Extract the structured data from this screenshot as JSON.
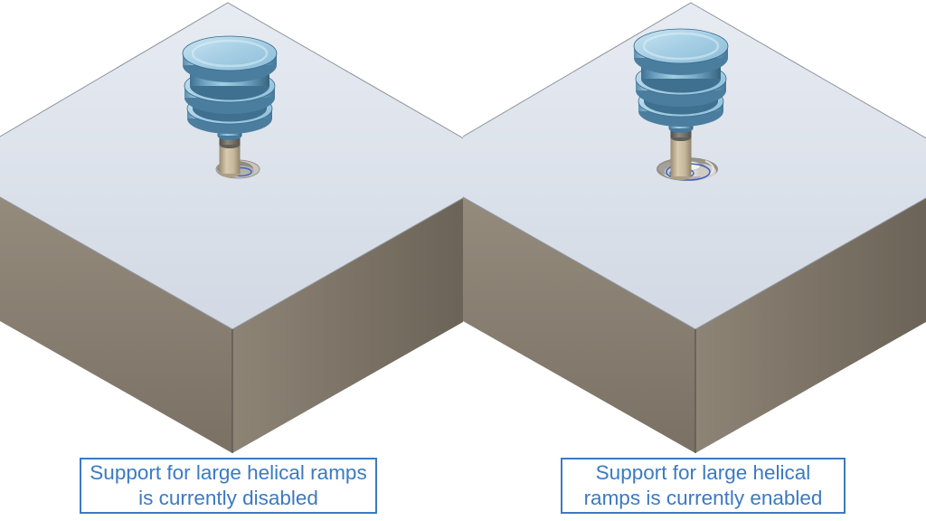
{
  "scene": {
    "description": "Two isometric CAM stock blocks with a helical-ramping tool",
    "panels": [
      {
        "name": "helical-ramps-disabled",
        "caption": "Support for large helical ramps is currently disabled"
      },
      {
        "name": "helical-ramps-enabled",
        "caption": "Support for large helical ramps is currently enabled"
      }
    ],
    "colors": {
      "background": "#FFFFFF",
      "caption_blue": "#3B7AC1",
      "toolpath_blue": "#3F64C6",
      "tool_blue": "#9CC8E0",
      "stock_top": "#DCE2EB",
      "stock_side_southwest": "#8B8275",
      "stock_side_southeast": "#6E665A",
      "shank_tan": "#C9BCA1",
      "shank_gray": "#6B6963"
    }
  }
}
